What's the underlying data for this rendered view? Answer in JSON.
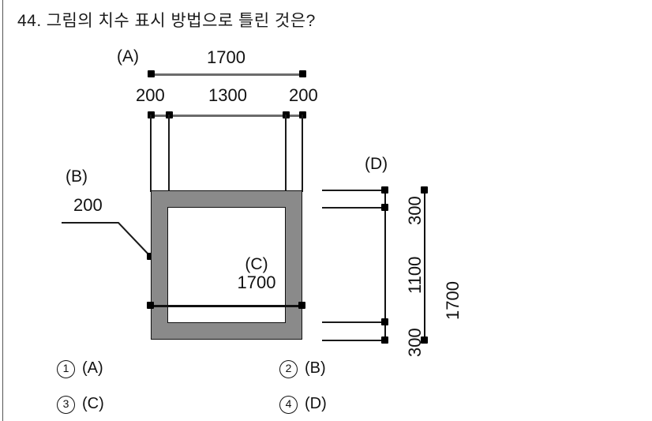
{
  "question": {
    "number": "44.",
    "text": "그림의 치수 표시 방법으로 틀린 것은?"
  },
  "figure": {
    "tags": {
      "a": "(A)",
      "b": "(B)",
      "c": "(C)",
      "d": "(D)"
    },
    "top_dimensions": {
      "overall": "1700",
      "left_segment": "200",
      "middle_segment": "1300",
      "right_segment": "200"
    },
    "left_callout": {
      "label": "(B)",
      "value": "200"
    },
    "center_dimension": {
      "label": "(C)",
      "value": "1700"
    },
    "right_dimensions": {
      "top_segment": "300",
      "middle_segment": "1100",
      "bottom_segment": "300",
      "overall": "1700"
    },
    "colors": {
      "wall_fill": "#8a8a8a",
      "dimension_line": "#6b6b6b",
      "ink": "#111111",
      "background": "#ffffff"
    }
  },
  "choices": [
    {
      "marker": "1",
      "label": "(A)"
    },
    {
      "marker": "2",
      "label": "(B)"
    },
    {
      "marker": "3",
      "label": "(C)"
    },
    {
      "marker": "4",
      "label": "(D)"
    }
  ]
}
